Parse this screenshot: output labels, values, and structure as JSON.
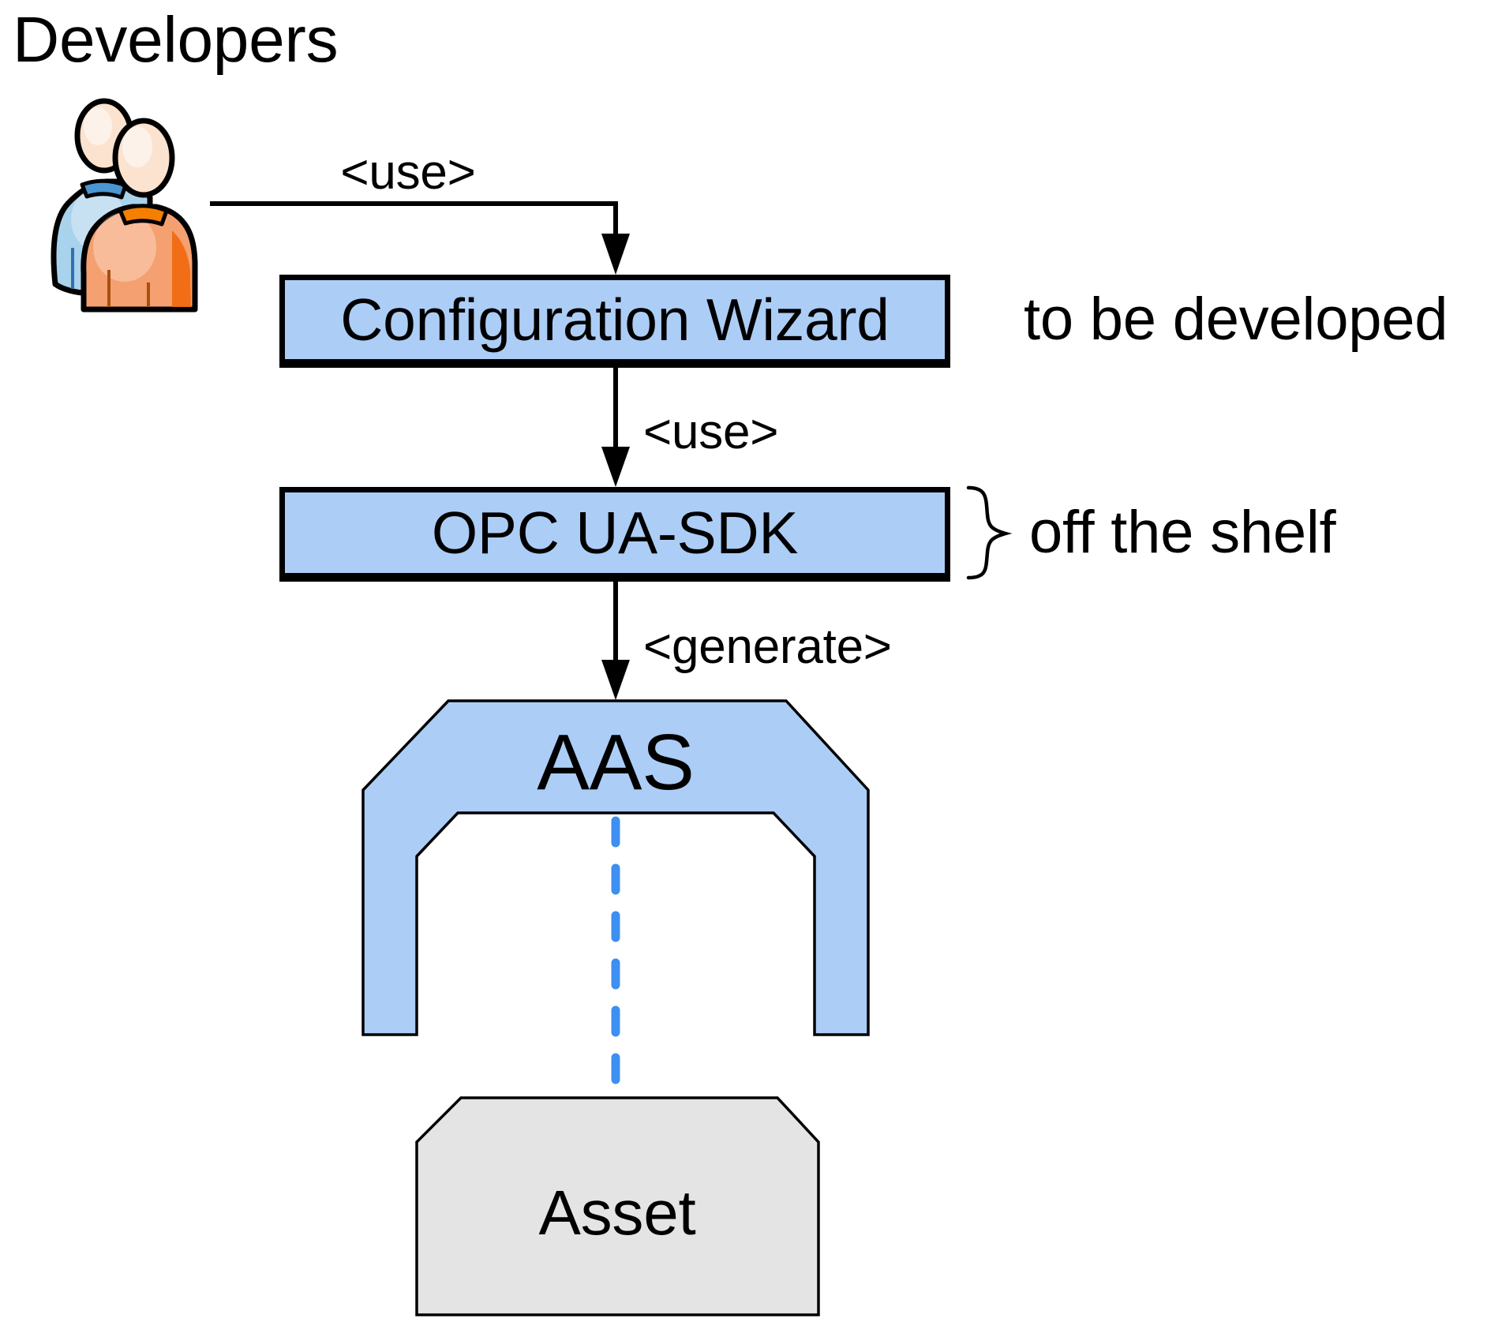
{
  "diagram": {
    "actor": {
      "label": "Developers",
      "icon": "two-people-icon"
    },
    "nodes": {
      "configuration_wizard": {
        "label": "Configuration Wizard",
        "annotation": "to be developed"
      },
      "opc_ua_sdk": {
        "label": "OPC UA-SDK",
        "annotation": "off the shelf"
      },
      "aas": {
        "label": "AAS"
      },
      "asset": {
        "label": "Asset"
      }
    },
    "edges": {
      "developers_to_wizard": {
        "label": "<use>"
      },
      "wizard_to_sdk": {
        "label": "<use>"
      },
      "sdk_to_aas": {
        "label": "<generate>"
      },
      "aas_to_asset": {
        "style": "dashed-blue-line"
      }
    }
  },
  "colors": {
    "node_fill": "#accdf6",
    "node_border": "#000000",
    "asset_fill": "#e4e4e4",
    "dashed_link": "#3d8ff2",
    "text": "#000000",
    "person_back_shirt": "#a9d2ec",
    "person_back_collar": "#4a96d2",
    "person_front_shirt": "#f5a070",
    "person_front_collar": "#f57f00",
    "person_skin": "#fbe3d0"
  }
}
